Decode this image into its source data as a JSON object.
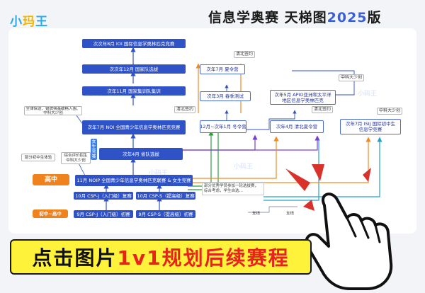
{
  "header": {
    "logo_a": "小",
    "logo_b": "玛",
    "logo_c": "王",
    "title": "信息学奥赛 天梯图",
    "year": "2025",
    "suffix": "版"
  },
  "boxes": {
    "ioi": "次次年8月 IOI 国际信息学奥林匹克竞赛",
    "national_team": "次次年12月 国家队选拔",
    "training_team": "次年11月 国家集训队集训",
    "noi": "次年7月 NOI 全国青少年信息学奥林匹克竞赛",
    "provincial_team": "次年4月 省队选拔",
    "noip": "11月 NOIP 全国青少年信息学奥林匹克联赛 & 女生竞赛",
    "csp_j_final": "10月 CSP-J（入门级）复赛",
    "csp_s_final": "10月 CSP-S（提高级）复赛",
    "csp_j_pre": "9月 CSP-J（入门级）初赛",
    "csp_s_pre": "9月 CSP-S（提高级）初赛",
    "summer_camp": "次年7月 夏令营",
    "spring_test": "次年3月 春季测试",
    "winter_camp": "12月~次年1月 冬令营",
    "apio": "次年5月 APIO亚洲和太平洋地区信息学奥林匹克",
    "tsinghua_summer": "次年4月 清北夏令营",
    "isij": "次年7月 ISIJ 国际初中生信息学竞赛"
  },
  "notes": {
    "guarantee": "全律保送、银牌强基破格入围、中科大少创",
    "comprehensive": "综合评价招生 中科大少创",
    "admission": "部分初中生体验",
    "tsinghua_sign_1": "清北签约",
    "tsinghua_sign_2": "清北签约",
    "tsinghua_sign_3": "清北签约",
    "ustc_1": "中科大少创",
    "ustc_2": "中科大少创",
    "small_tip": "部分优秀学员参加一轮选拔赛，综合考虑，学生自选…"
  },
  "side_label": "女生竞赛",
  "labels": {
    "gaozhong": "高中",
    "chuzhong": "初中~高中",
    "mid_note_1": "支线",
    "mid_note_2": "支线"
  },
  "watermark": "小码王",
  "banner": {
    "pre": "点击图片",
    "highlight": "1v1规划后续赛程"
  },
  "colors": {
    "main_blue": "#2f52c7",
    "accent_orange": "#f0821e",
    "arrow_green": "#2e9d3e",
    "arrow_purple": "#7a3fd0",
    "arrow_teal": "#23a2c9",
    "arrow_red": "#d9322b",
    "arrow_orange": "#f08a24",
    "banner_yellow": "#fff23a"
  }
}
